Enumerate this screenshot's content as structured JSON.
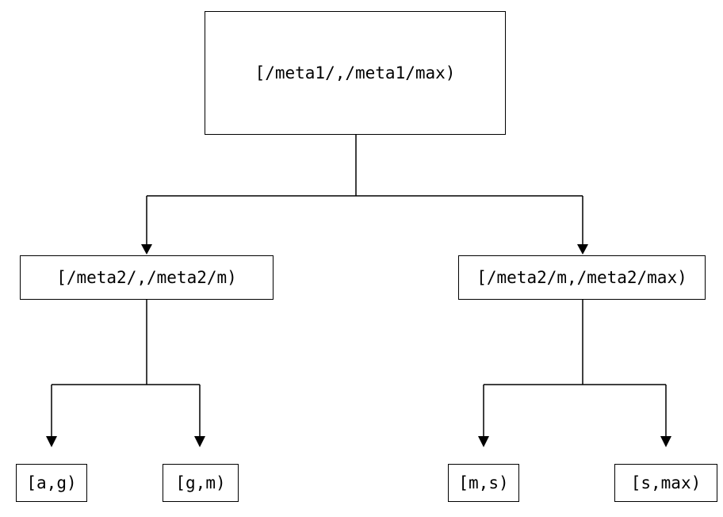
{
  "diagram": {
    "nodes": {
      "root": {
        "label": "[/meta1/,/meta1/max)"
      },
      "left_child": {
        "label": "[/meta2/,/meta2/m)"
      },
      "right_child": {
        "label": "[/meta2/m,/meta2/max)"
      },
      "leaf_ag": {
        "label": "[a,g)"
      },
      "leaf_gm": {
        "label": "[g,m)"
      },
      "leaf_ms": {
        "label": "[m,s)"
      },
      "leaf_smax": {
        "label": "[s,max)"
      }
    },
    "colors": {
      "line": "#000000",
      "border": "#000000",
      "background": "#ffffff",
      "text": "#000000"
    }
  }
}
